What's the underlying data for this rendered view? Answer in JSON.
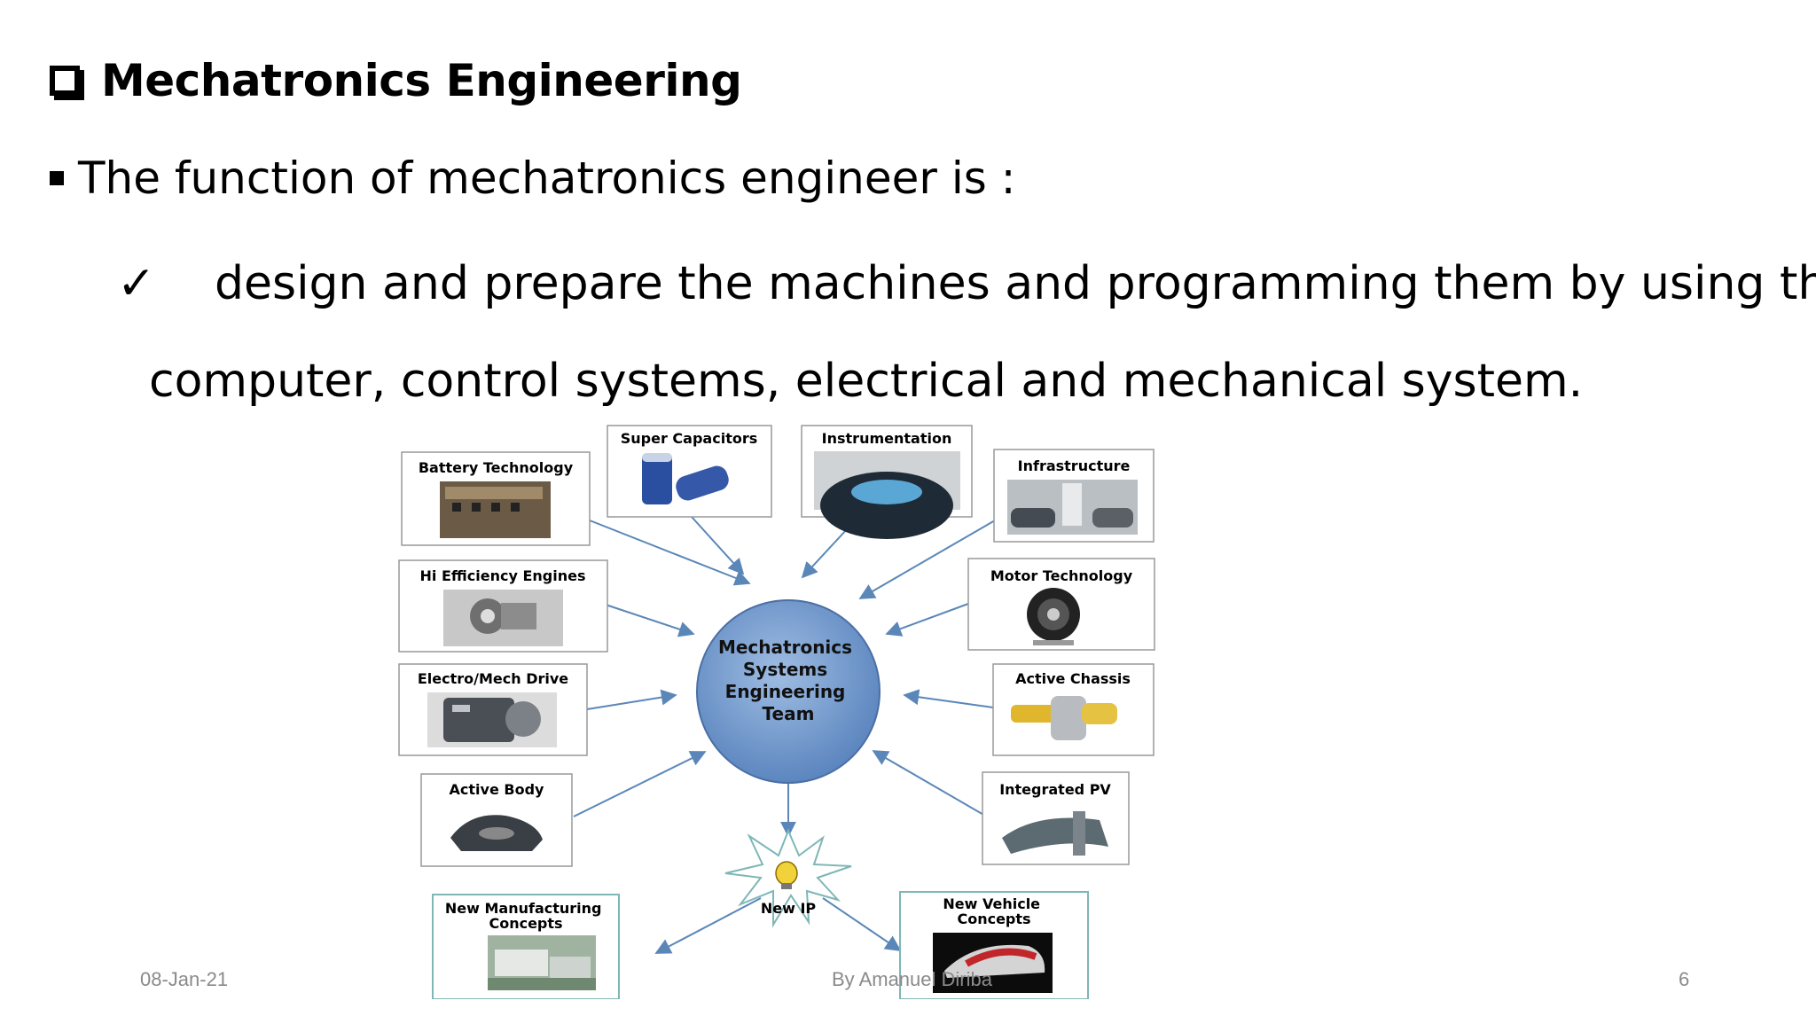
{
  "slide": {
    "title": "Mechatronics Engineering",
    "bullet": "The function of mechatronics engineer is :",
    "check_line_1": "design and prepare the machines and programming them by using the",
    "check_line_2": "computer,  control systems,  electrical and mechanical system."
  },
  "diagram": {
    "center": [
      "Mechatronics",
      "Systems",
      "Engineering",
      "Team"
    ],
    "new_ip": "New IP",
    "boxes": {
      "battery": "Battery Technology",
      "supercap": "Super Capacitors",
      "instrumentation": "Instrumentation",
      "infrastructure": "Infrastructure",
      "engines": "Hi Efficiency Engines",
      "motor": "Motor Technology",
      "electromech": "Electro/Mech Drive",
      "chassis": "Active Chassis",
      "body": "Active Body",
      "pv": "Integrated PV",
      "manufacturing_1": "New Manufacturing",
      "manufacturing_2": "Concepts",
      "vehicle_1": "New Vehicle",
      "vehicle_2": "Concepts"
    },
    "colors": {
      "circle": "#6d95cc",
      "arrow": "#5b87b8",
      "green_box": "#7fb6b6"
    }
  },
  "footer": {
    "date": "08-Jan-21",
    "author": "By Amanuel Diriba",
    "page": "6"
  }
}
